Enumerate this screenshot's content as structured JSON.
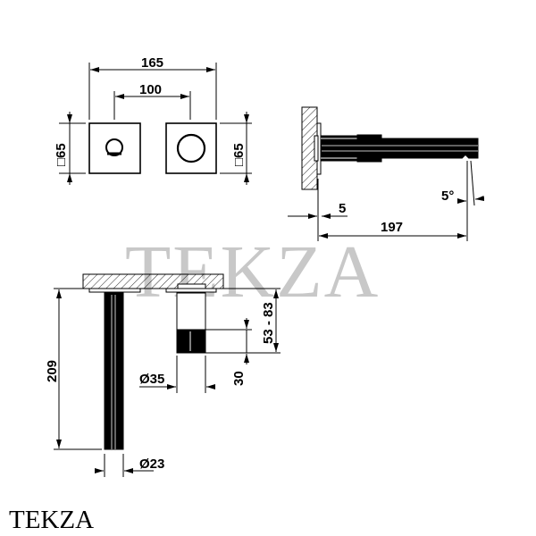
{
  "watermark": "TEKZA",
  "brand": "TEKZA",
  "dimensions": {
    "front_overall_width": "165",
    "front_center_distance": "100",
    "front_left_plate_size": "□65",
    "front_right_plate_size": "□65",
    "side_plate_thickness": "5",
    "side_spout_projection": "197",
    "side_spout_angle": "5°",
    "top_spout_length": "209",
    "top_handle_projection": "53 - 83",
    "top_handle_grip_height": "30",
    "top_handle_diameter": "Ø35",
    "top_spout_diameter": "Ø23"
  }
}
